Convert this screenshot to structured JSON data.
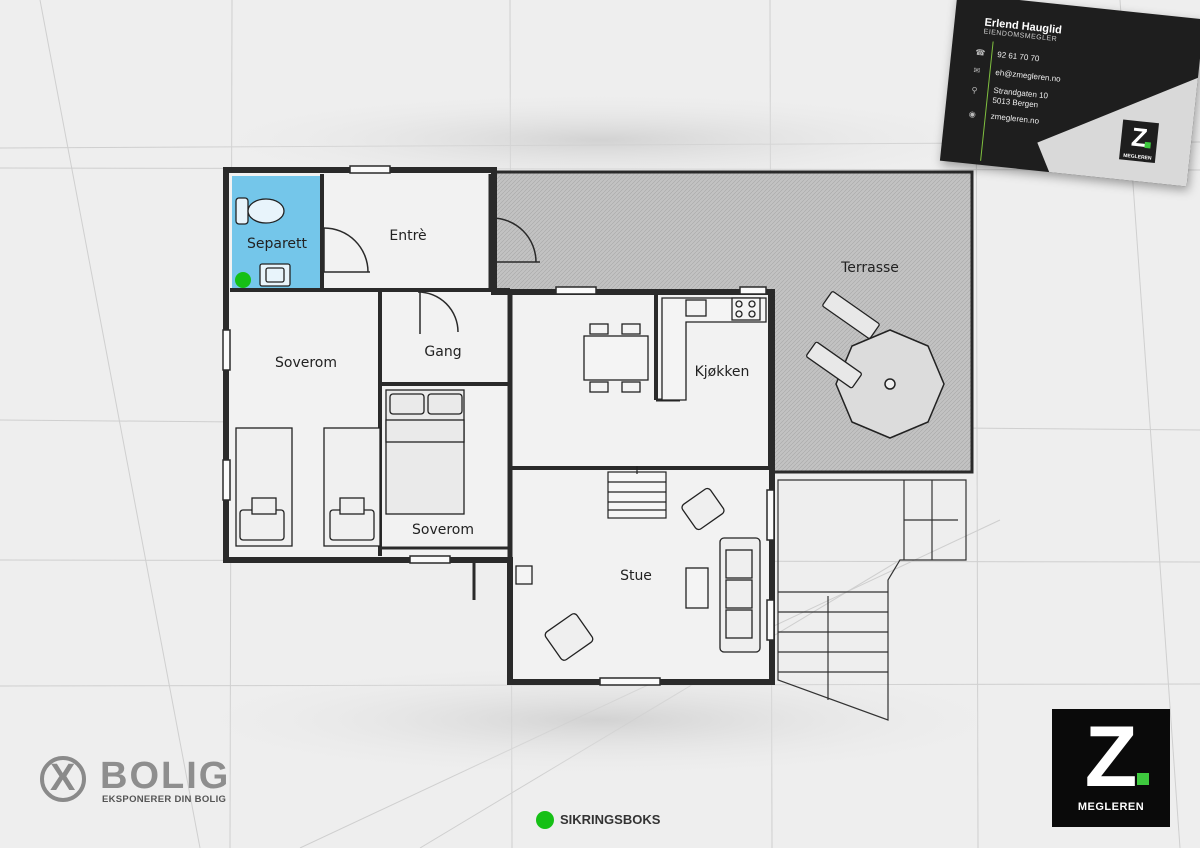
{
  "rooms": {
    "separett": "Separett",
    "entre": "Entrè",
    "terrasse": "Terrasse",
    "soverom1": "Soverom",
    "gang": "Gang",
    "kjokken": "Kjøkken",
    "soverom2": "Soverom",
    "stue": "Stue"
  },
  "legend": {
    "label": "SIKRINGSBOKS",
    "color": "#16c016"
  },
  "card": {
    "name": "Erlend Hauglid",
    "title": "EIENDOMSMEGLER",
    "phone": "92 61 70 70",
    "email": "eh@zmegleren.no",
    "address_line1": "Strandgaten 10",
    "address_line2": "5013 Bergen",
    "web": "zmegleren.no",
    "logo_letter": "Z",
    "logo_word": "MEGLEREN"
  },
  "logo_z": {
    "letter": "Z",
    "word": "MEGLEREN",
    "accent": "#3ec93e"
  },
  "logo_xbolig": {
    "word": "BOLIG",
    "tagline": "EKSPONERER DIN BOLIG",
    "mark": "X"
  },
  "colors": {
    "highlight": "#74c6ea",
    "terrace": "#bdbdbd",
    "wall": "#2a2a2a"
  },
  "icons": [
    "phone-icon",
    "email-icon",
    "location-icon",
    "web-icon",
    "toilet-icon",
    "sink-icon",
    "stove-icon",
    "armchair-icon",
    "sofa-icon",
    "bed-icon",
    "table-icon",
    "parasol-icon",
    "lounger-icon",
    "stairs-icon"
  ]
}
